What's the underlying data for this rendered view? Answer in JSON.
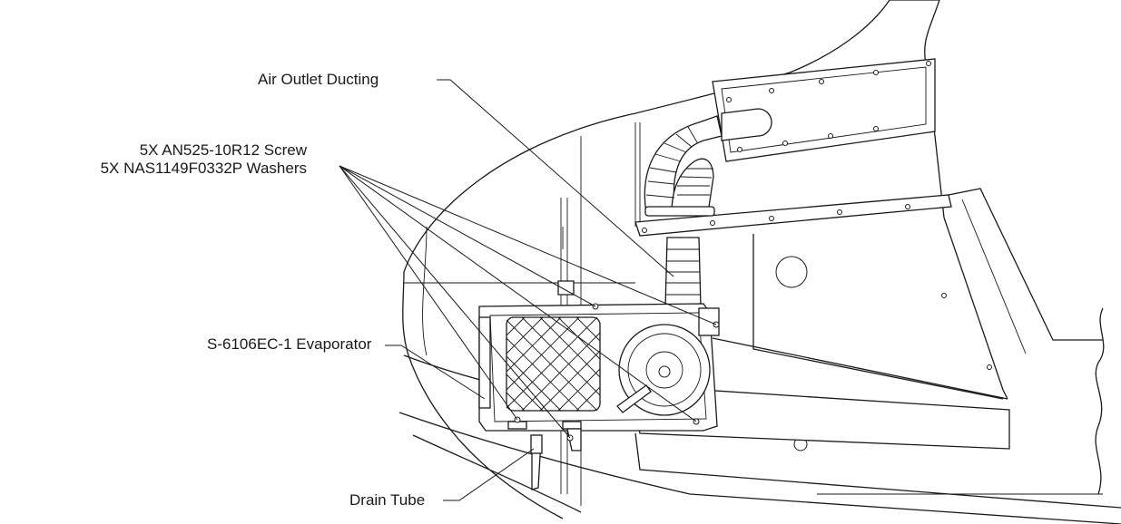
{
  "callouts": {
    "air_outlet_ducting": "Air Outlet Ducting",
    "screw": "5X AN525-10R12 Screw",
    "washers": "5X NAS1149F0332P Washers",
    "evaporator": "S-6106EC-1 Evaporator",
    "drain_tube": "Drain Tube"
  },
  "colors": {
    "line": "#1a1a1a",
    "background": "#ffffff"
  }
}
